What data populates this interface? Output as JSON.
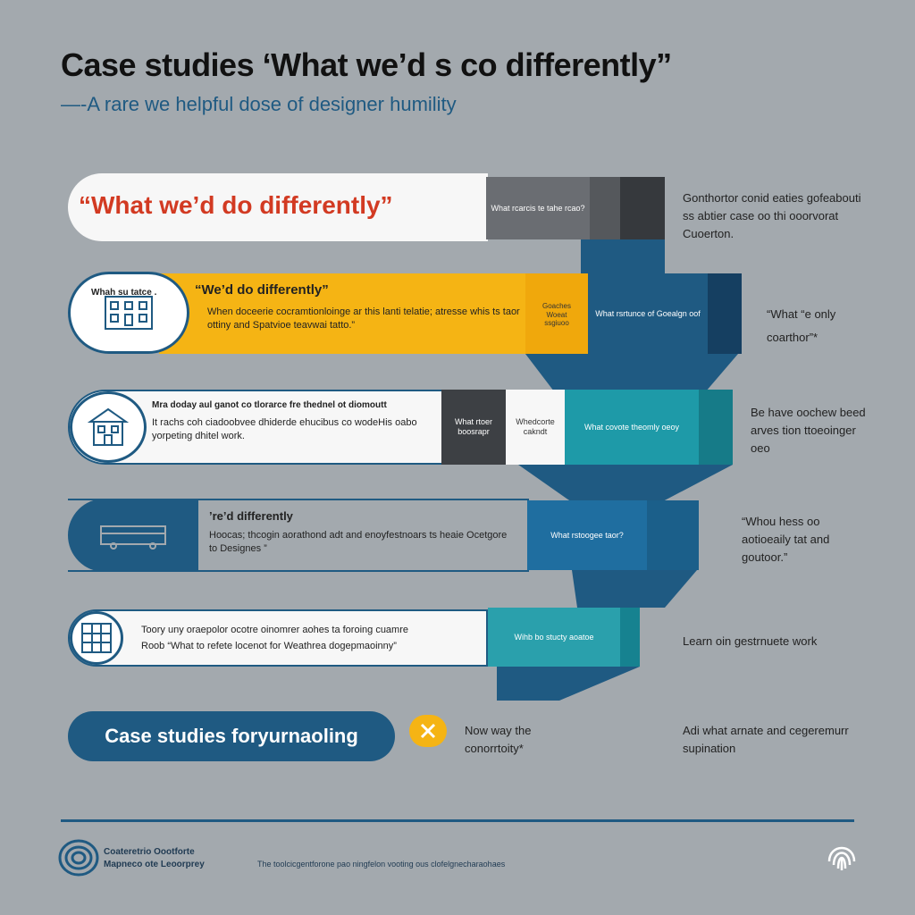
{
  "header": {
    "title": "Case studies ‘What we’d s co differently”",
    "subtitle_dash": "—-",
    "subtitle": "A rare we helpful dose of designer humility"
  },
  "row1": {
    "headline": "“What we’d do differently”",
    "seg1": "What rcarcis te tahe rcao?",
    "side_note": "Gonthortor conid eaties gofeabouti ss abtier case oo thi ooorvorat Cuoerton."
  },
  "row2": {
    "icon_label": "Whah su tatce .",
    "heading": "“We’d do differently”",
    "body": "When doceerie cocramtionloinge ar this lanti telatie; atresse whis ts taor ottiny and Spatvioe teavwai tatto.”",
    "seg1": "Goaches Woeat ssgiuoo",
    "seg2": "What rsrtunce of Goealgn oof",
    "side_note_1": "“What “e only",
    "side_note_2": "coarthor”*"
  },
  "row3": {
    "heading": "Mra doday aul ganot co tlorarce fre thednel ot diomoutt",
    "body": "It rachs coh ciadoobvee dhiderde ehucibus co wodeHis oabo yorpeting dhitel work.",
    "seg1": "What rtoer boosrapr",
    "seg2": "Whedcorte cakndt",
    "seg3": "What covote theomly oeoy",
    "side_note": "Be have oochew beed arves tion ttoeoinger oeo"
  },
  "row4": {
    "heading": "’re’d differently",
    "body": "Hoocas; thcogin aorathond adt and enoyfestnoars ts heaie Ocetgore to Designes ”",
    "seg1": "What rstoogee taor?",
    "side_note": "“Whou hess oo aotioeaily tat and goutoor.”"
  },
  "row5": {
    "body_1": "Toory uny oraepolor ocotre oinomrer aohes ta foroing cuamre",
    "body_2": "Roob “What to refete locenot for Weathrea dogepmaoinny”",
    "seg1": "Wihb bo stucty aoatoe",
    "side_note": "Learn oin gestrnuete work"
  },
  "cta": {
    "button_label": "Case studies foryurnaoling",
    "note_1": "Now way the conorrtoity*",
    "note_2": "Adi what arnate and cegeremurr supination"
  },
  "footer": {
    "brand_1": "Coateretrio Oootforte",
    "brand_2": "Mapneco ote Leoorprey",
    "tagline": "The toolcicgentforone pao ningfelon vooting ous clofelgnecharaohaes"
  },
  "colors": {
    "background": "#a3a9ae",
    "navy": "#1f5a82",
    "yellow": "#f5b414",
    "teal": "#1e9aa8",
    "red": "#d23a22",
    "dark_gray": "#3d4044"
  },
  "icons": [
    "building-icon",
    "house-icon",
    "bus-icon",
    "grid-icon",
    "tools-icon",
    "spiral-logo-icon",
    "fingerprint-icon"
  ]
}
